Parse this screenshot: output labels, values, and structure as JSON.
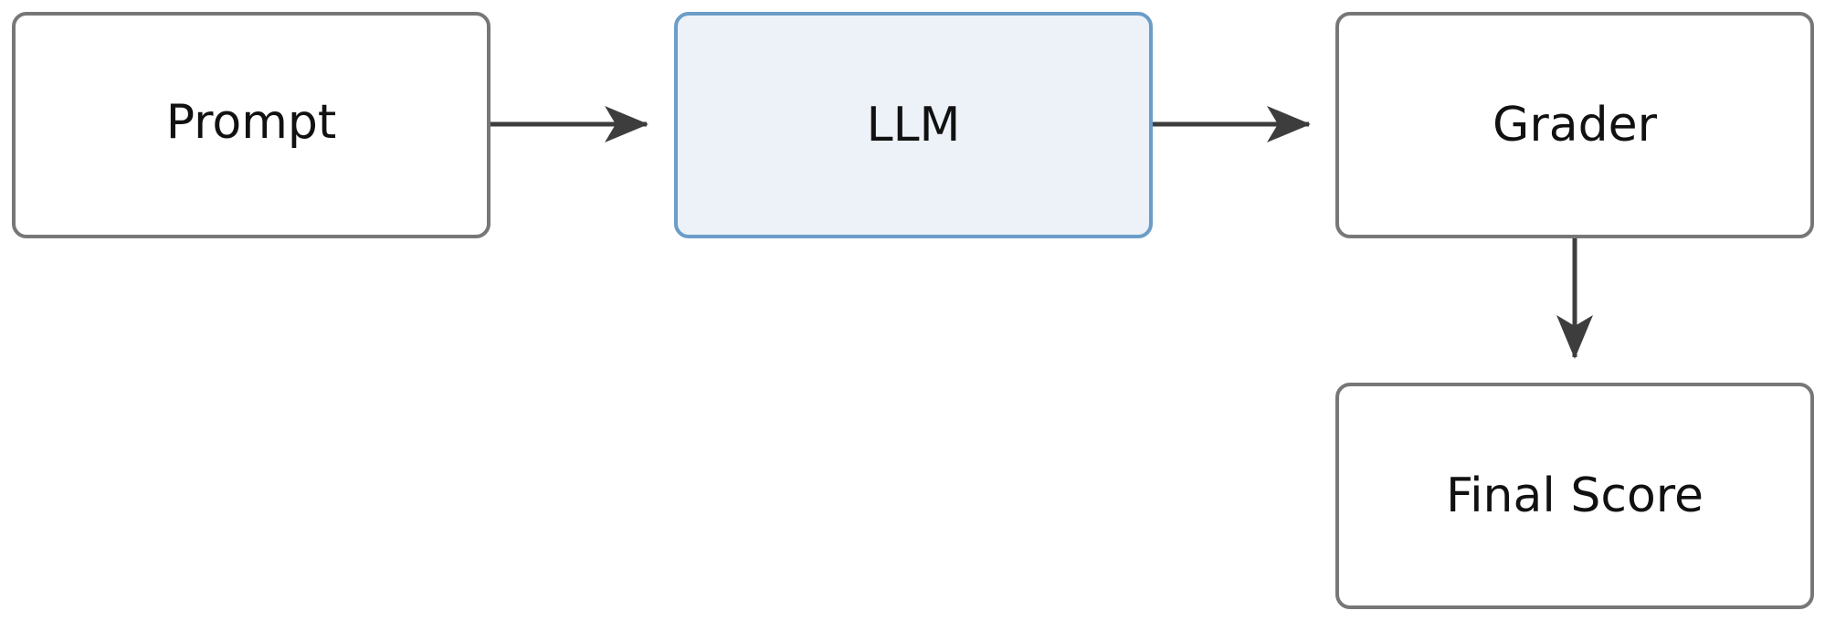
{
  "diagram": {
    "nodes": [
      {
        "id": "prompt",
        "label": "Prompt",
        "highlighted": false
      },
      {
        "id": "llm",
        "label": "LLM",
        "highlighted": true
      },
      {
        "id": "grader",
        "label": "Grader",
        "highlighted": false
      },
      {
        "id": "final-score",
        "label": "Final Score",
        "highlighted": false
      }
    ],
    "edges": [
      {
        "from": "prompt",
        "to": "llm"
      },
      {
        "from": "llm",
        "to": "grader"
      },
      {
        "from": "grader",
        "to": "final-score"
      }
    ],
    "colors": {
      "node_border": "#777777",
      "node_fill": "#ffffff",
      "highlight_border": "#6b9dc8",
      "highlight_fill": "#edf2f9",
      "arrow": "#3d3d3d",
      "text": "#111111"
    }
  }
}
